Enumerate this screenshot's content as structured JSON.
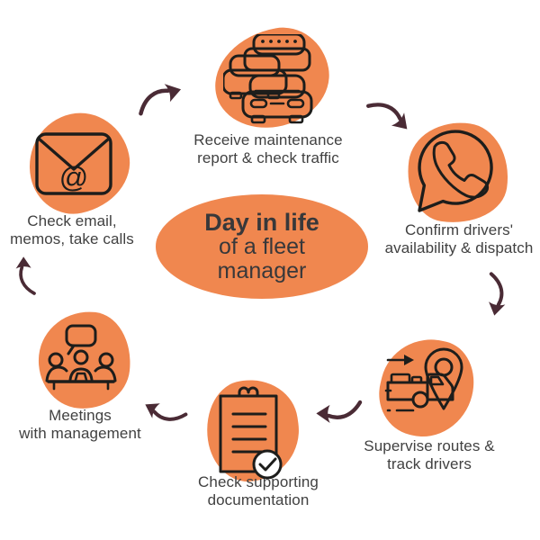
{
  "title": {
    "line1": "Day in life",
    "line2": "of a fleet",
    "line3": "manager"
  },
  "steps": [
    {
      "name": "receive-maintenance-report",
      "icon": "traffic-cars-icon",
      "line1": "Receive maintenance",
      "line2": "report & check traffic"
    },
    {
      "name": "confirm-drivers-availability",
      "icon": "phone-chat-icon",
      "line1": "Confirm drivers'",
      "line2": "availability & dispatch"
    },
    {
      "name": "supervise-routes",
      "icon": "truck-location-pin-icon",
      "line1": "Supervise routes &",
      "line2": "track drivers"
    },
    {
      "name": "check-documentation",
      "icon": "clipboard-checkmark-icon",
      "line1": "Check supporting",
      "line2": "documentation"
    },
    {
      "name": "meetings-management",
      "icon": "meeting-people-icon",
      "line1": "Meetings",
      "line2": "with management"
    },
    {
      "name": "check-email",
      "icon": "envelope-at-icon",
      "line1": "Check email,",
      "line2": "memos, take calls"
    }
  ],
  "flow": {
    "direction": "clockwise",
    "sequence": [
      "check-email",
      "receive-maintenance-report",
      "confirm-drivers-availability",
      "supervise-routes",
      "check-documentation",
      "meetings-management"
    ]
  },
  "colors": {
    "blob_orange": "#F0874F",
    "arrow": "#4A2B35",
    "icon_stroke": "#1D1D1B",
    "text": "#414141",
    "title_text": "#38383A",
    "background": "#FFFFFF"
  }
}
